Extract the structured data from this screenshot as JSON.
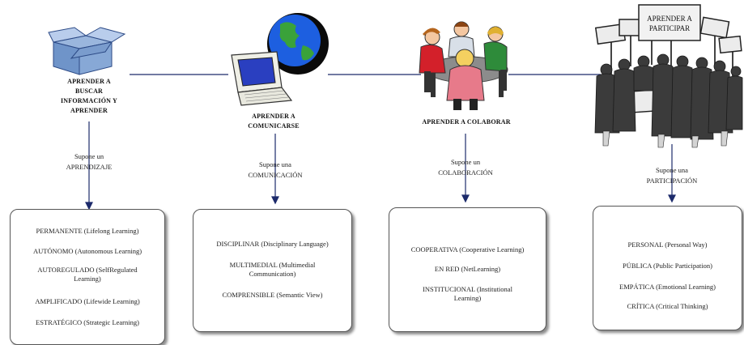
{
  "columns": [
    {
      "id": "buscar",
      "title": "APRENDER A\nBUSCAR\nINFORMACIÓN Y\nAPRENDER",
      "supone": "Supone un",
      "concept": "APRENDIZAJE",
      "items": [
        "PERMANENTE (Lifelong Learning)",
        "AUTÓNOMO (Autonomous Learning)",
        "AUTOREGULADO (SelfRegulated\nLearning)",
        "AMPLIFICADO (Lifewide Learning)",
        "ESTRATÉGICO (Strategic Learning)"
      ]
    },
    {
      "id": "comunicarse",
      "title": "APRENDER A\nCOMUNICARSE",
      "supone": "Supone una",
      "concept": "COMUNICACIÓN",
      "items": [
        "DISCIPLINAR (Disciplinary Language)",
        "MULTIMEDIAL (Multimedial\nCommunication)",
        "COMPRENSIBLE (Semantic View)"
      ]
    },
    {
      "id": "colaborar",
      "title": "APRENDER A COLABORAR",
      "supone": "Supone un",
      "concept": "COLABORACIÓN",
      "items": [
        "COOPERATIVA (Cooperative Learning)",
        "EN RED (NetLearning)",
        "INSTITUCIONAL (Institutional\nLearning)"
      ]
    },
    {
      "id": "participar",
      "title": "",
      "supone": "Supone una",
      "concept": "PARTICIPACIÓN",
      "items": [
        "PERSONAL (Personal Way)",
        "PÚBLICA (Public Participation)",
        "EMPÁTICA (Emotional Learning)",
        "CRÍTICA (Critical Thinking)"
      ]
    }
  ],
  "sign_text": "APRENDER A\nPARTICIPAR",
  "colors": {
    "line": "#1c2a6b",
    "arrow": "#1c2a6b",
    "box_border": "#555555"
  }
}
